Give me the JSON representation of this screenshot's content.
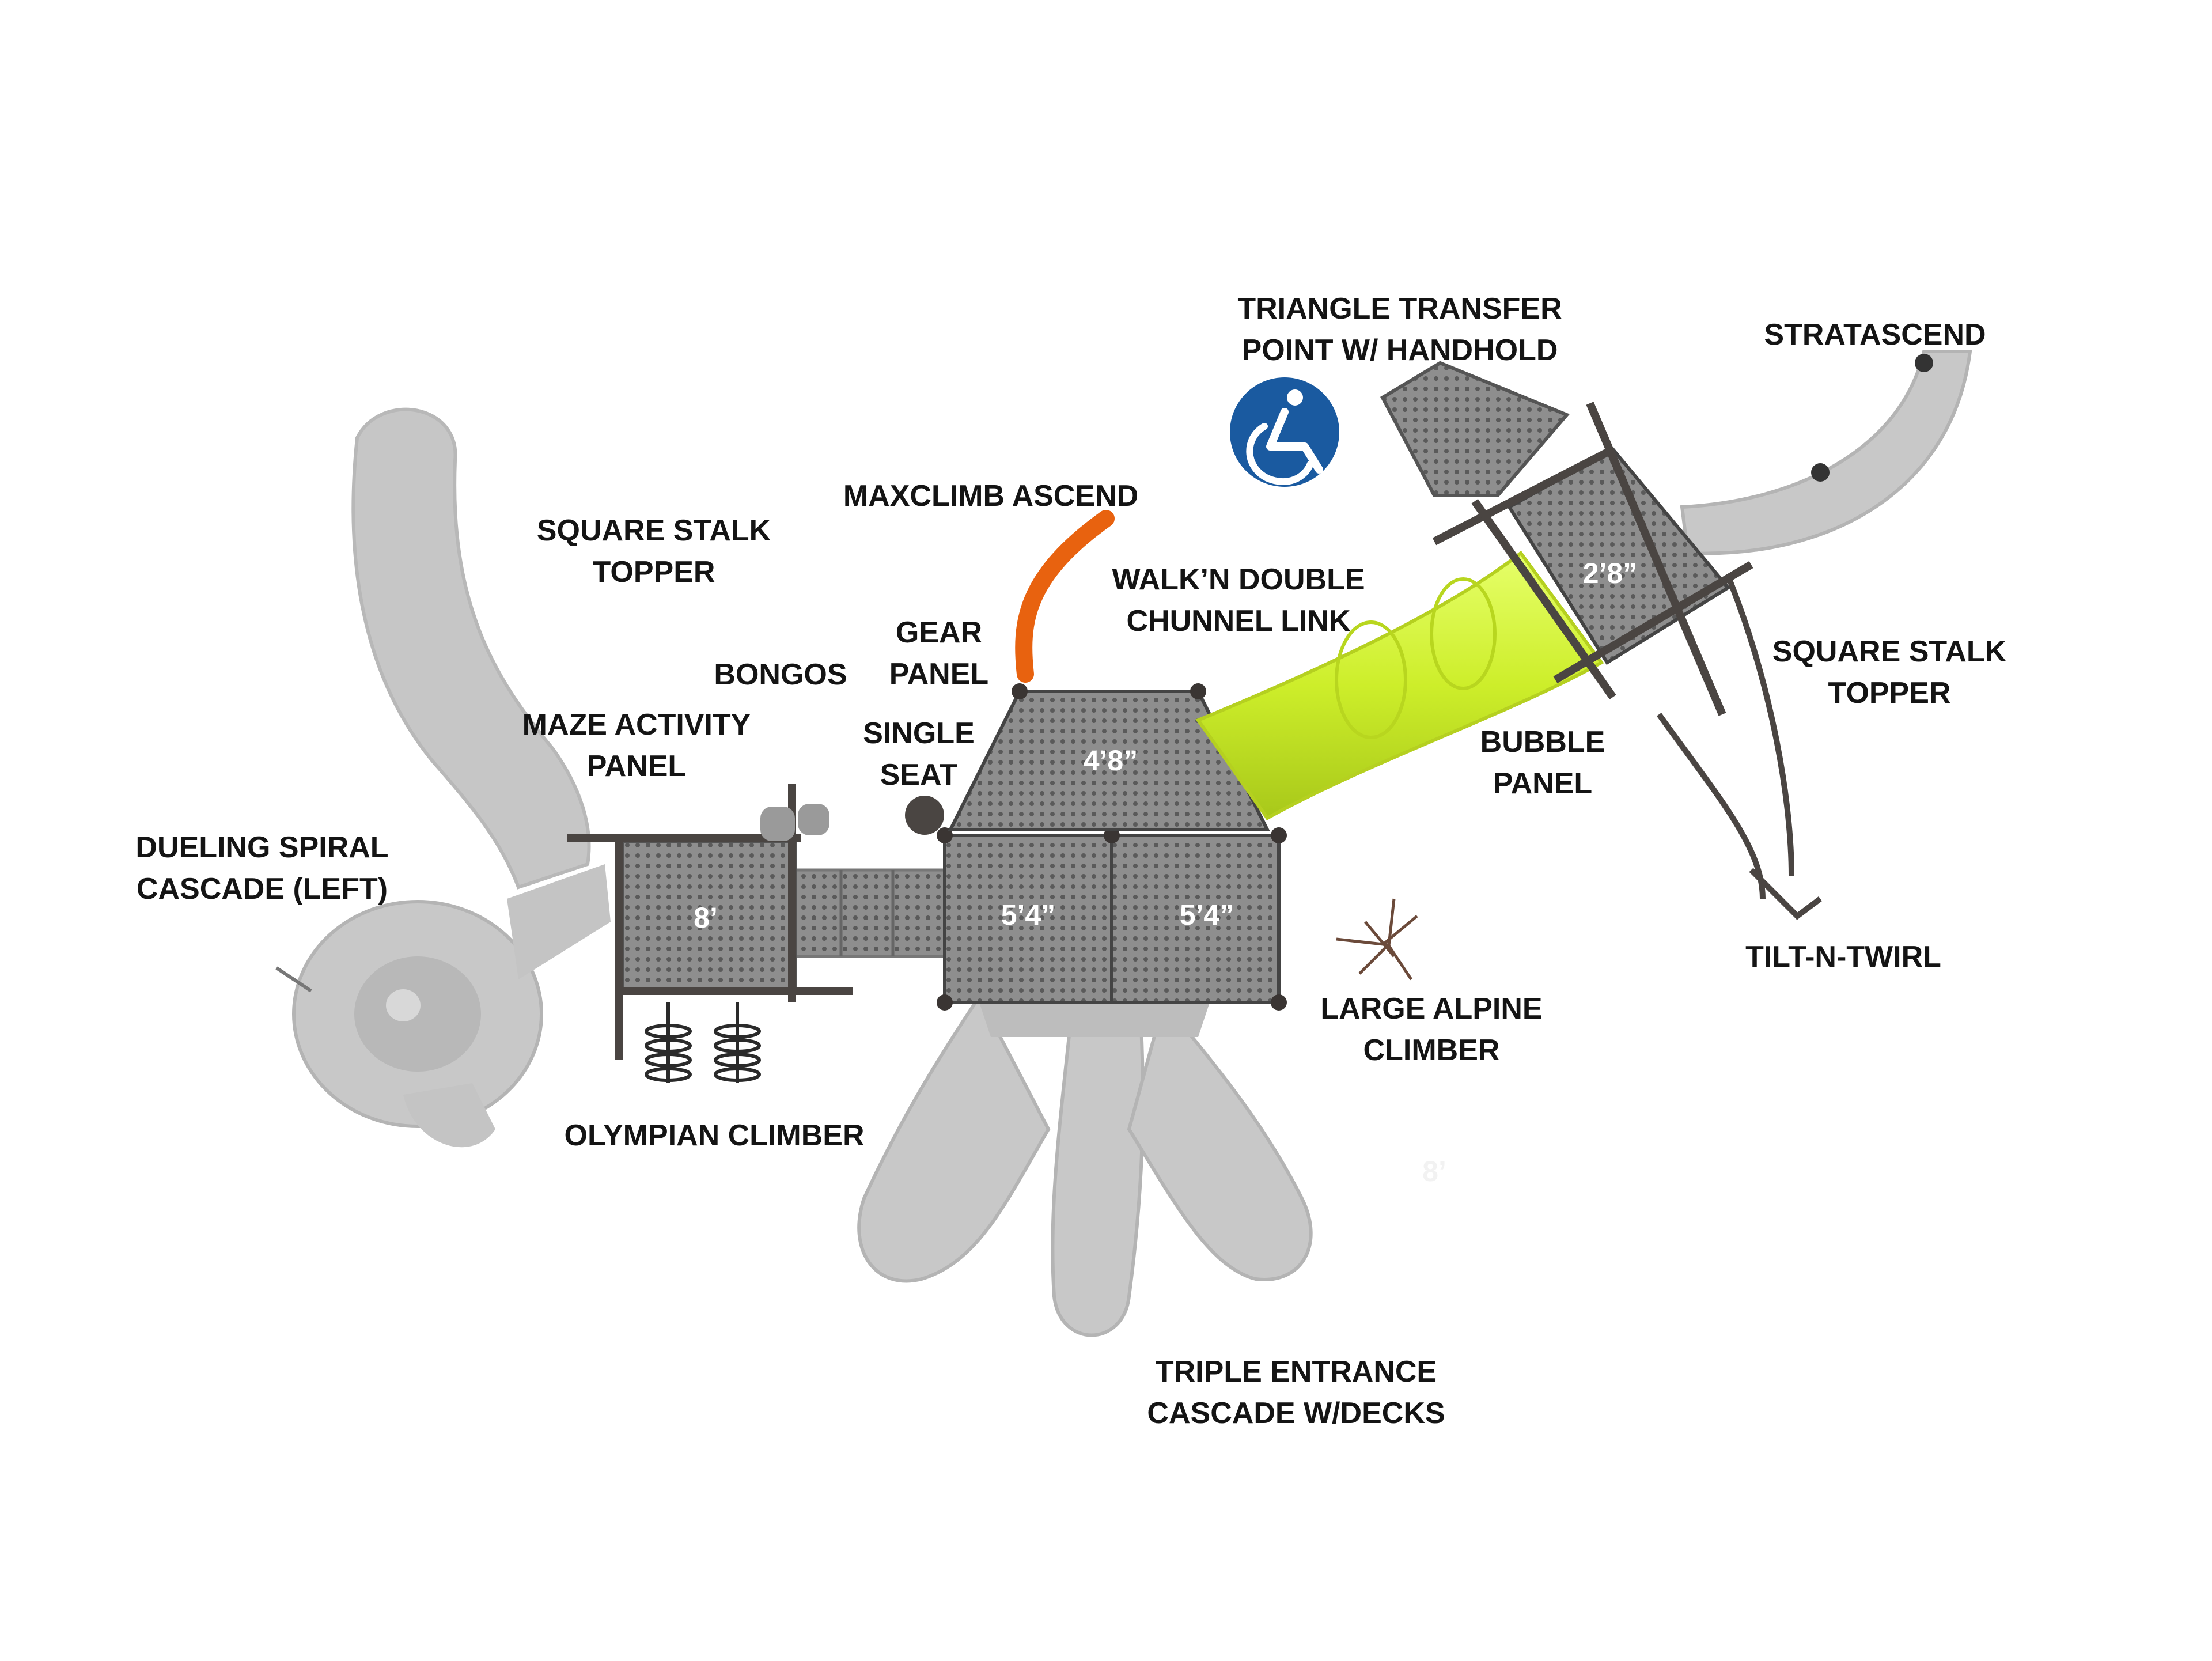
{
  "labels": {
    "triangle_transfer": [
      "TRIANGLE TRANSFER",
      "POINT W/ HANDHOLD"
    ],
    "stratascend": [
      "STRATASCEND"
    ],
    "maxclimb": [
      "MAXCLIMB ASCEND"
    ],
    "square_stalk_left": [
      "SQUARE STALK",
      "TOPPER"
    ],
    "walkn_link": [
      "WALK’N DOUBLE",
      "CHUNNEL LINK"
    ],
    "gear_panel": [
      "GEAR",
      "PANEL"
    ],
    "bongos": [
      "BONGOS"
    ],
    "square_stalk_right": [
      "SQUARE STALK",
      "TOPPER"
    ],
    "maze_panel": [
      "MAZE ACTIVITY",
      "PANEL"
    ],
    "single_seat": [
      "SINGLE",
      "SEAT"
    ],
    "bubble_panel": [
      "BUBBLE",
      "PANEL"
    ],
    "dueling_spiral": [
      "DUELING SPIRAL",
      "CASCADE (LEFT)"
    ],
    "tilt_n_twirl": [
      "TILT-N-TWIRL"
    ],
    "large_alpine": [
      "LARGE ALPINE",
      "CLIMBER"
    ],
    "olympian": [
      "OLYMPIAN CLIMBER"
    ],
    "triple_entrance": [
      "TRIPLE ENTRANCE",
      "CASCADE W/DECKS"
    ]
  },
  "deck_heights": {
    "deck_8": "8’",
    "deck_4_8": "4’8”",
    "deck_5_4_left": "5’4”",
    "deck_5_4_right": "5’4”",
    "deck_2_8": "2’8”",
    "faint_8": "8’"
  },
  "icons": {
    "accessibility": "wheelchair-accessibility-icon"
  },
  "colors": {
    "slide_gray": "#c8c8c8",
    "deck_gray": "#8a8a8a",
    "post_dark": "#4a4542",
    "tube_green": "#d2f23a",
    "climber_orange": "#e8620f",
    "accessibility_blue": "#1a5aa0",
    "label_text": "#141414"
  }
}
